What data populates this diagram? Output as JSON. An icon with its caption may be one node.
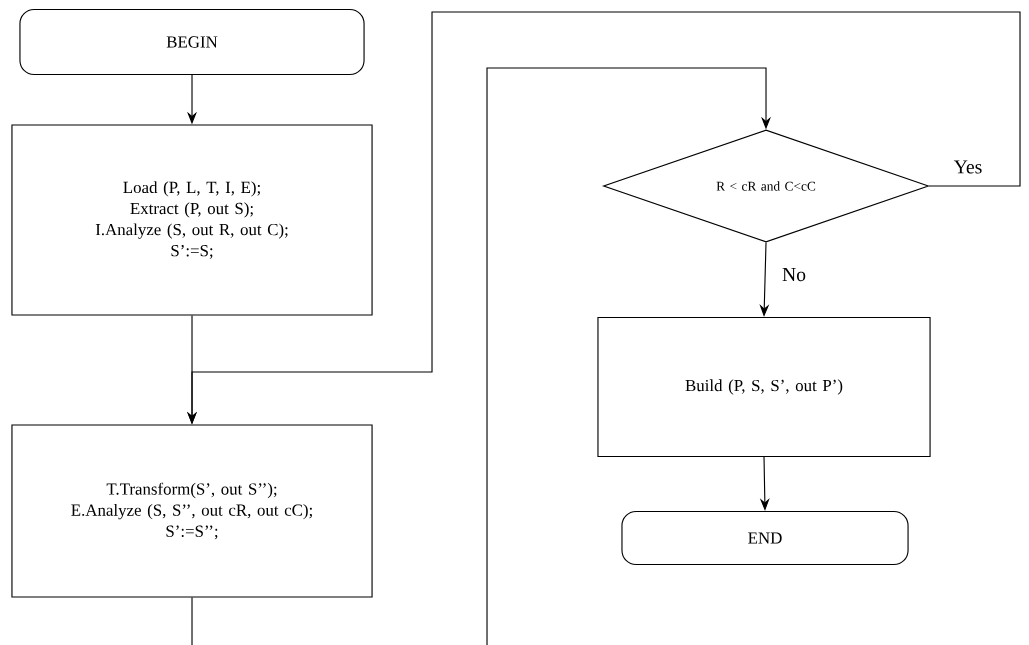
{
  "diagram": {
    "nodes": [
      {
        "text": [
          "BEGIN"
        ]
      },
      {
        "text": [
          "Load (P, L, T, I, E);",
          "Extract (P, out S);",
          "I.Analyze (S, out R, out C);",
          "S’:=S;"
        ]
      },
      {
        "text": [
          "T.Transform(S’, out S’’);",
          "E.Analyze (S, S’’, out cR, out cC);",
          "S’:=S’’;"
        ]
      },
      {
        "text": [
          "R < cR and C<cC"
        ]
      },
      {
        "text": [
          "Build (P, S, S’, out P’)"
        ]
      },
      {
        "text": [
          "END"
        ]
      }
    ],
    "edges": [
      {
        "from": 0,
        "to": 1,
        "arrow": "to"
      },
      {
        "from": 1,
        "to": 2,
        "arrow": "to"
      },
      {
        "from": 2,
        "to": 3,
        "arrow": "to"
      },
      {
        "from": 3,
        "to": 4,
        "arrow": "to",
        "label": "No"
      },
      {
        "from": 3,
        "to": 2,
        "arrow": "to",
        "label": "Yes"
      },
      {
        "from": 4,
        "to": 5,
        "arrow": "to"
      }
    ]
  }
}
